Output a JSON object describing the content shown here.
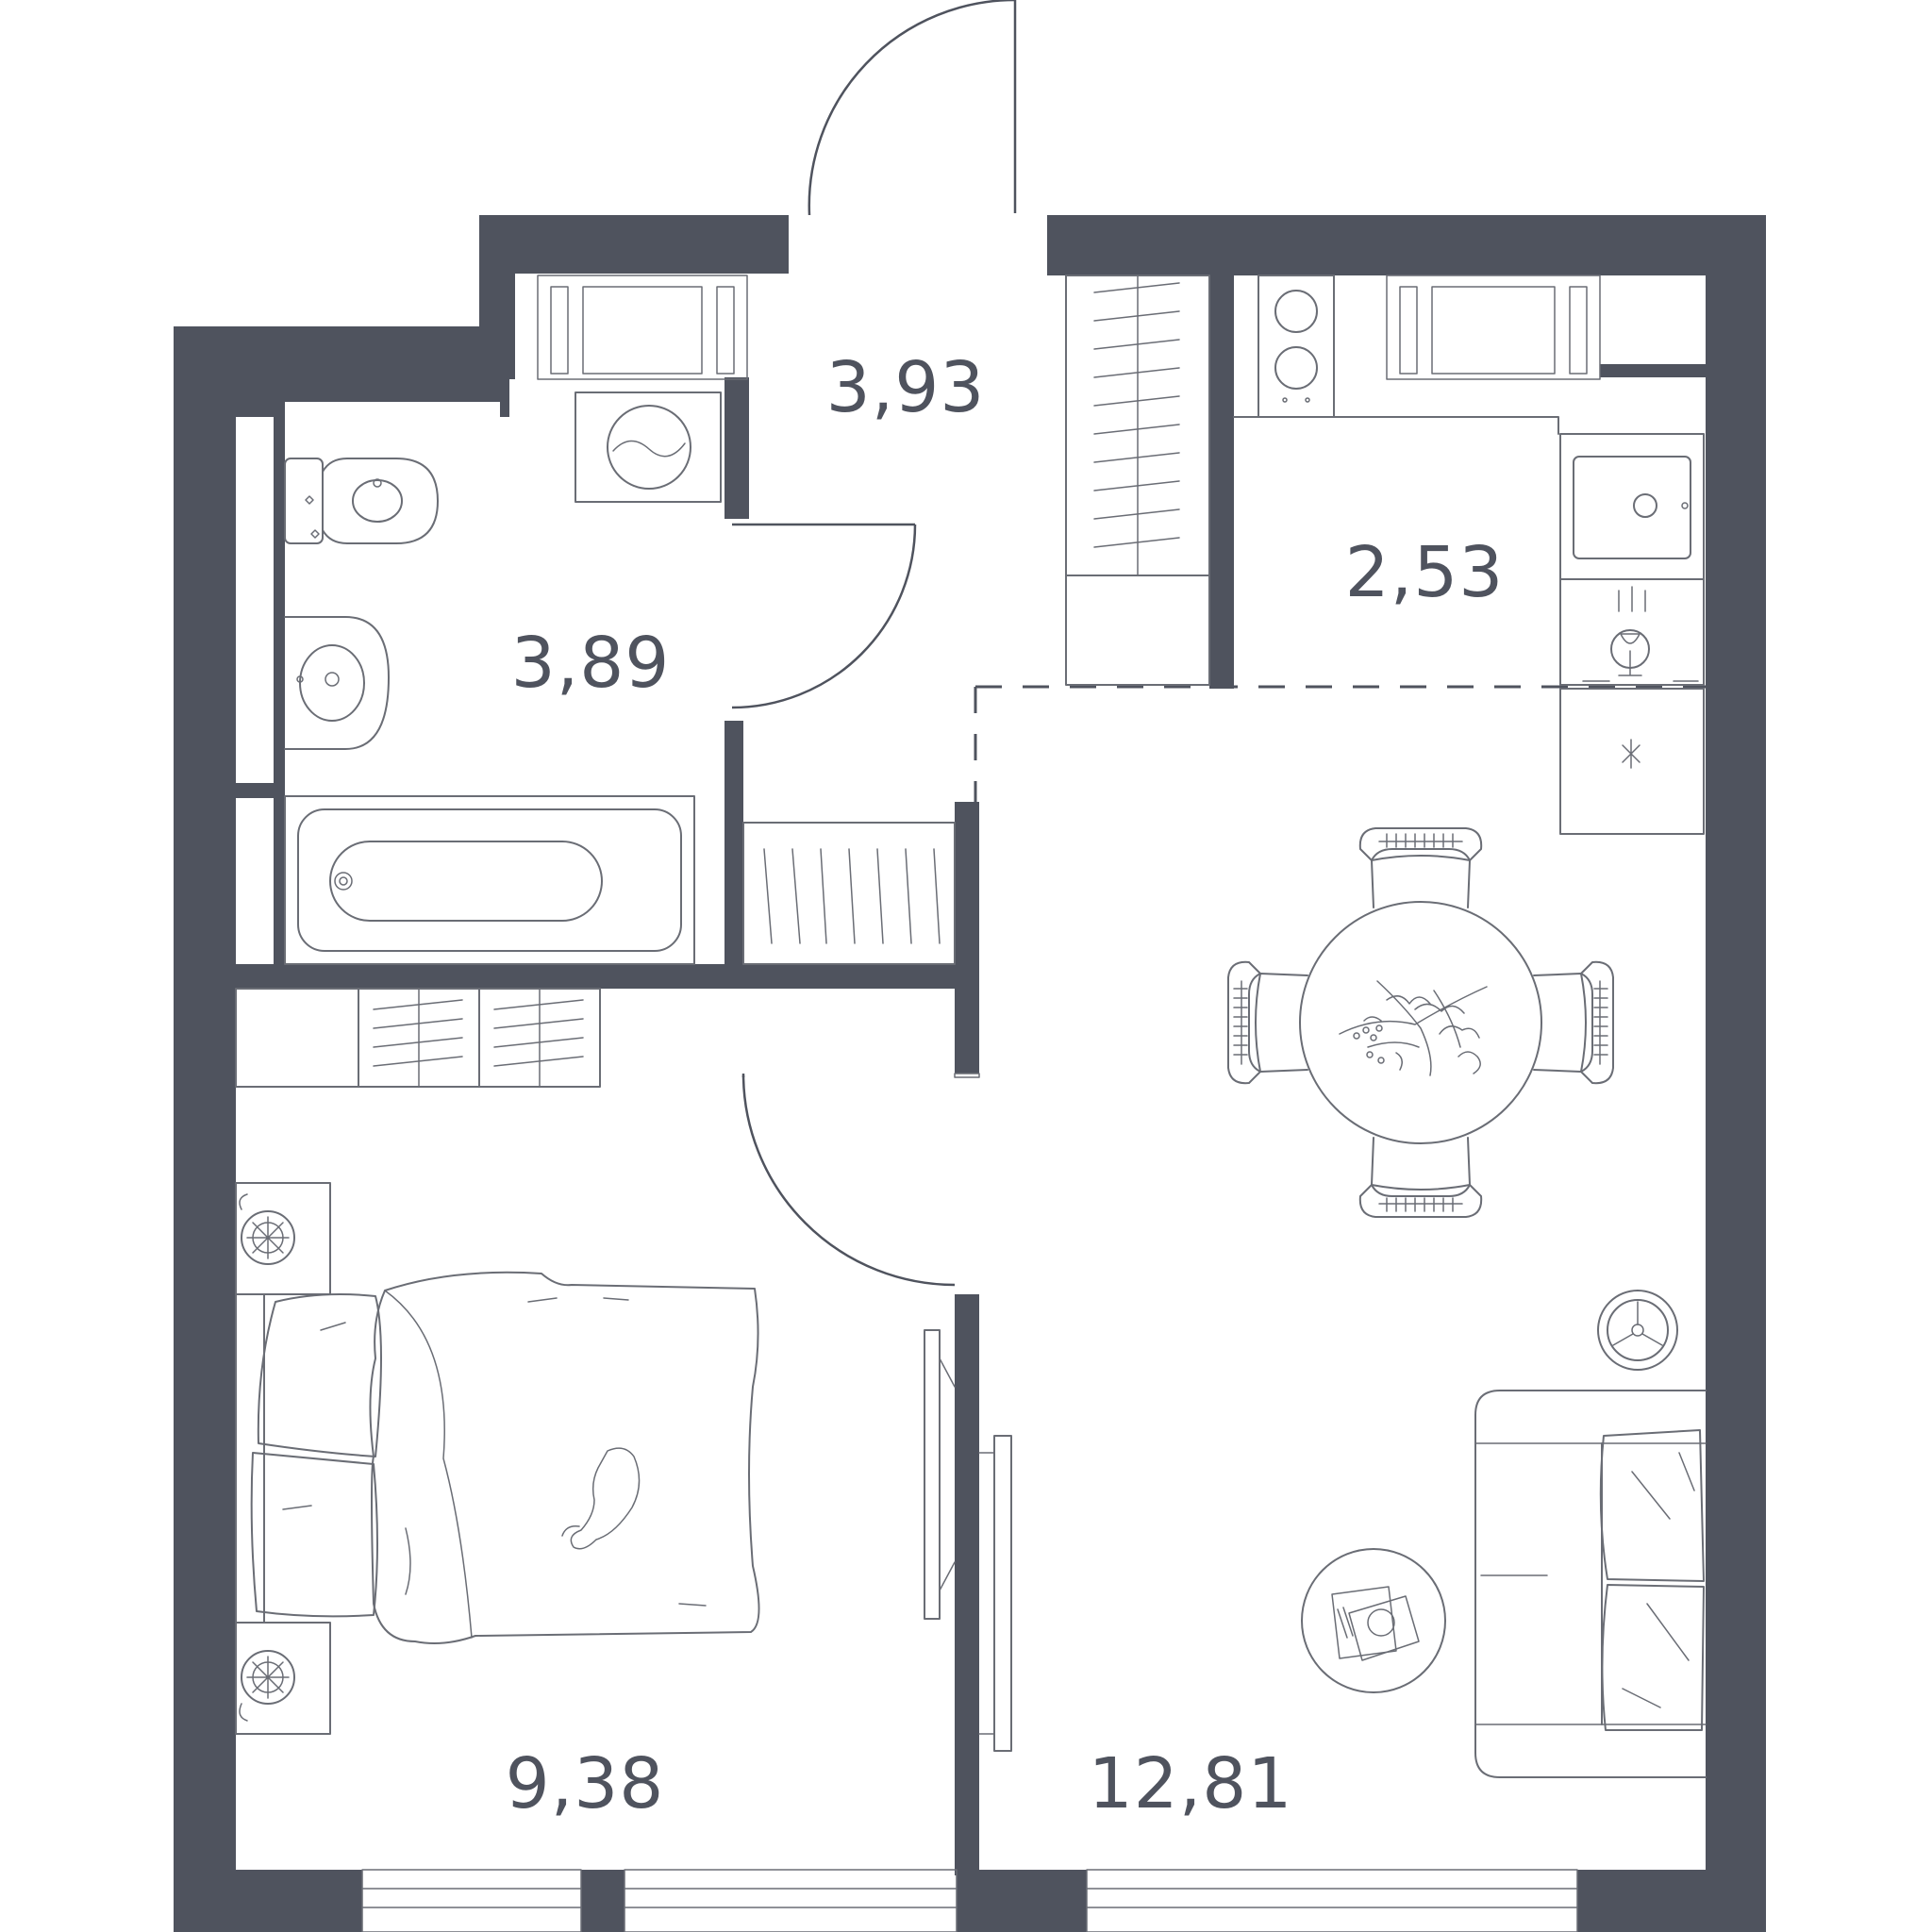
{
  "colors": {
    "wall": "#4f535e",
    "line": "#6a6d75",
    "label": "#4f535e"
  },
  "rooms": [
    {
      "id": "hall",
      "area": "3,93"
    },
    {
      "id": "bathroom",
      "area": "3,89"
    },
    {
      "id": "kitchen",
      "area": "2,53"
    },
    {
      "id": "bedroom",
      "area": "9,38"
    },
    {
      "id": "living",
      "area": "12,81"
    }
  ]
}
